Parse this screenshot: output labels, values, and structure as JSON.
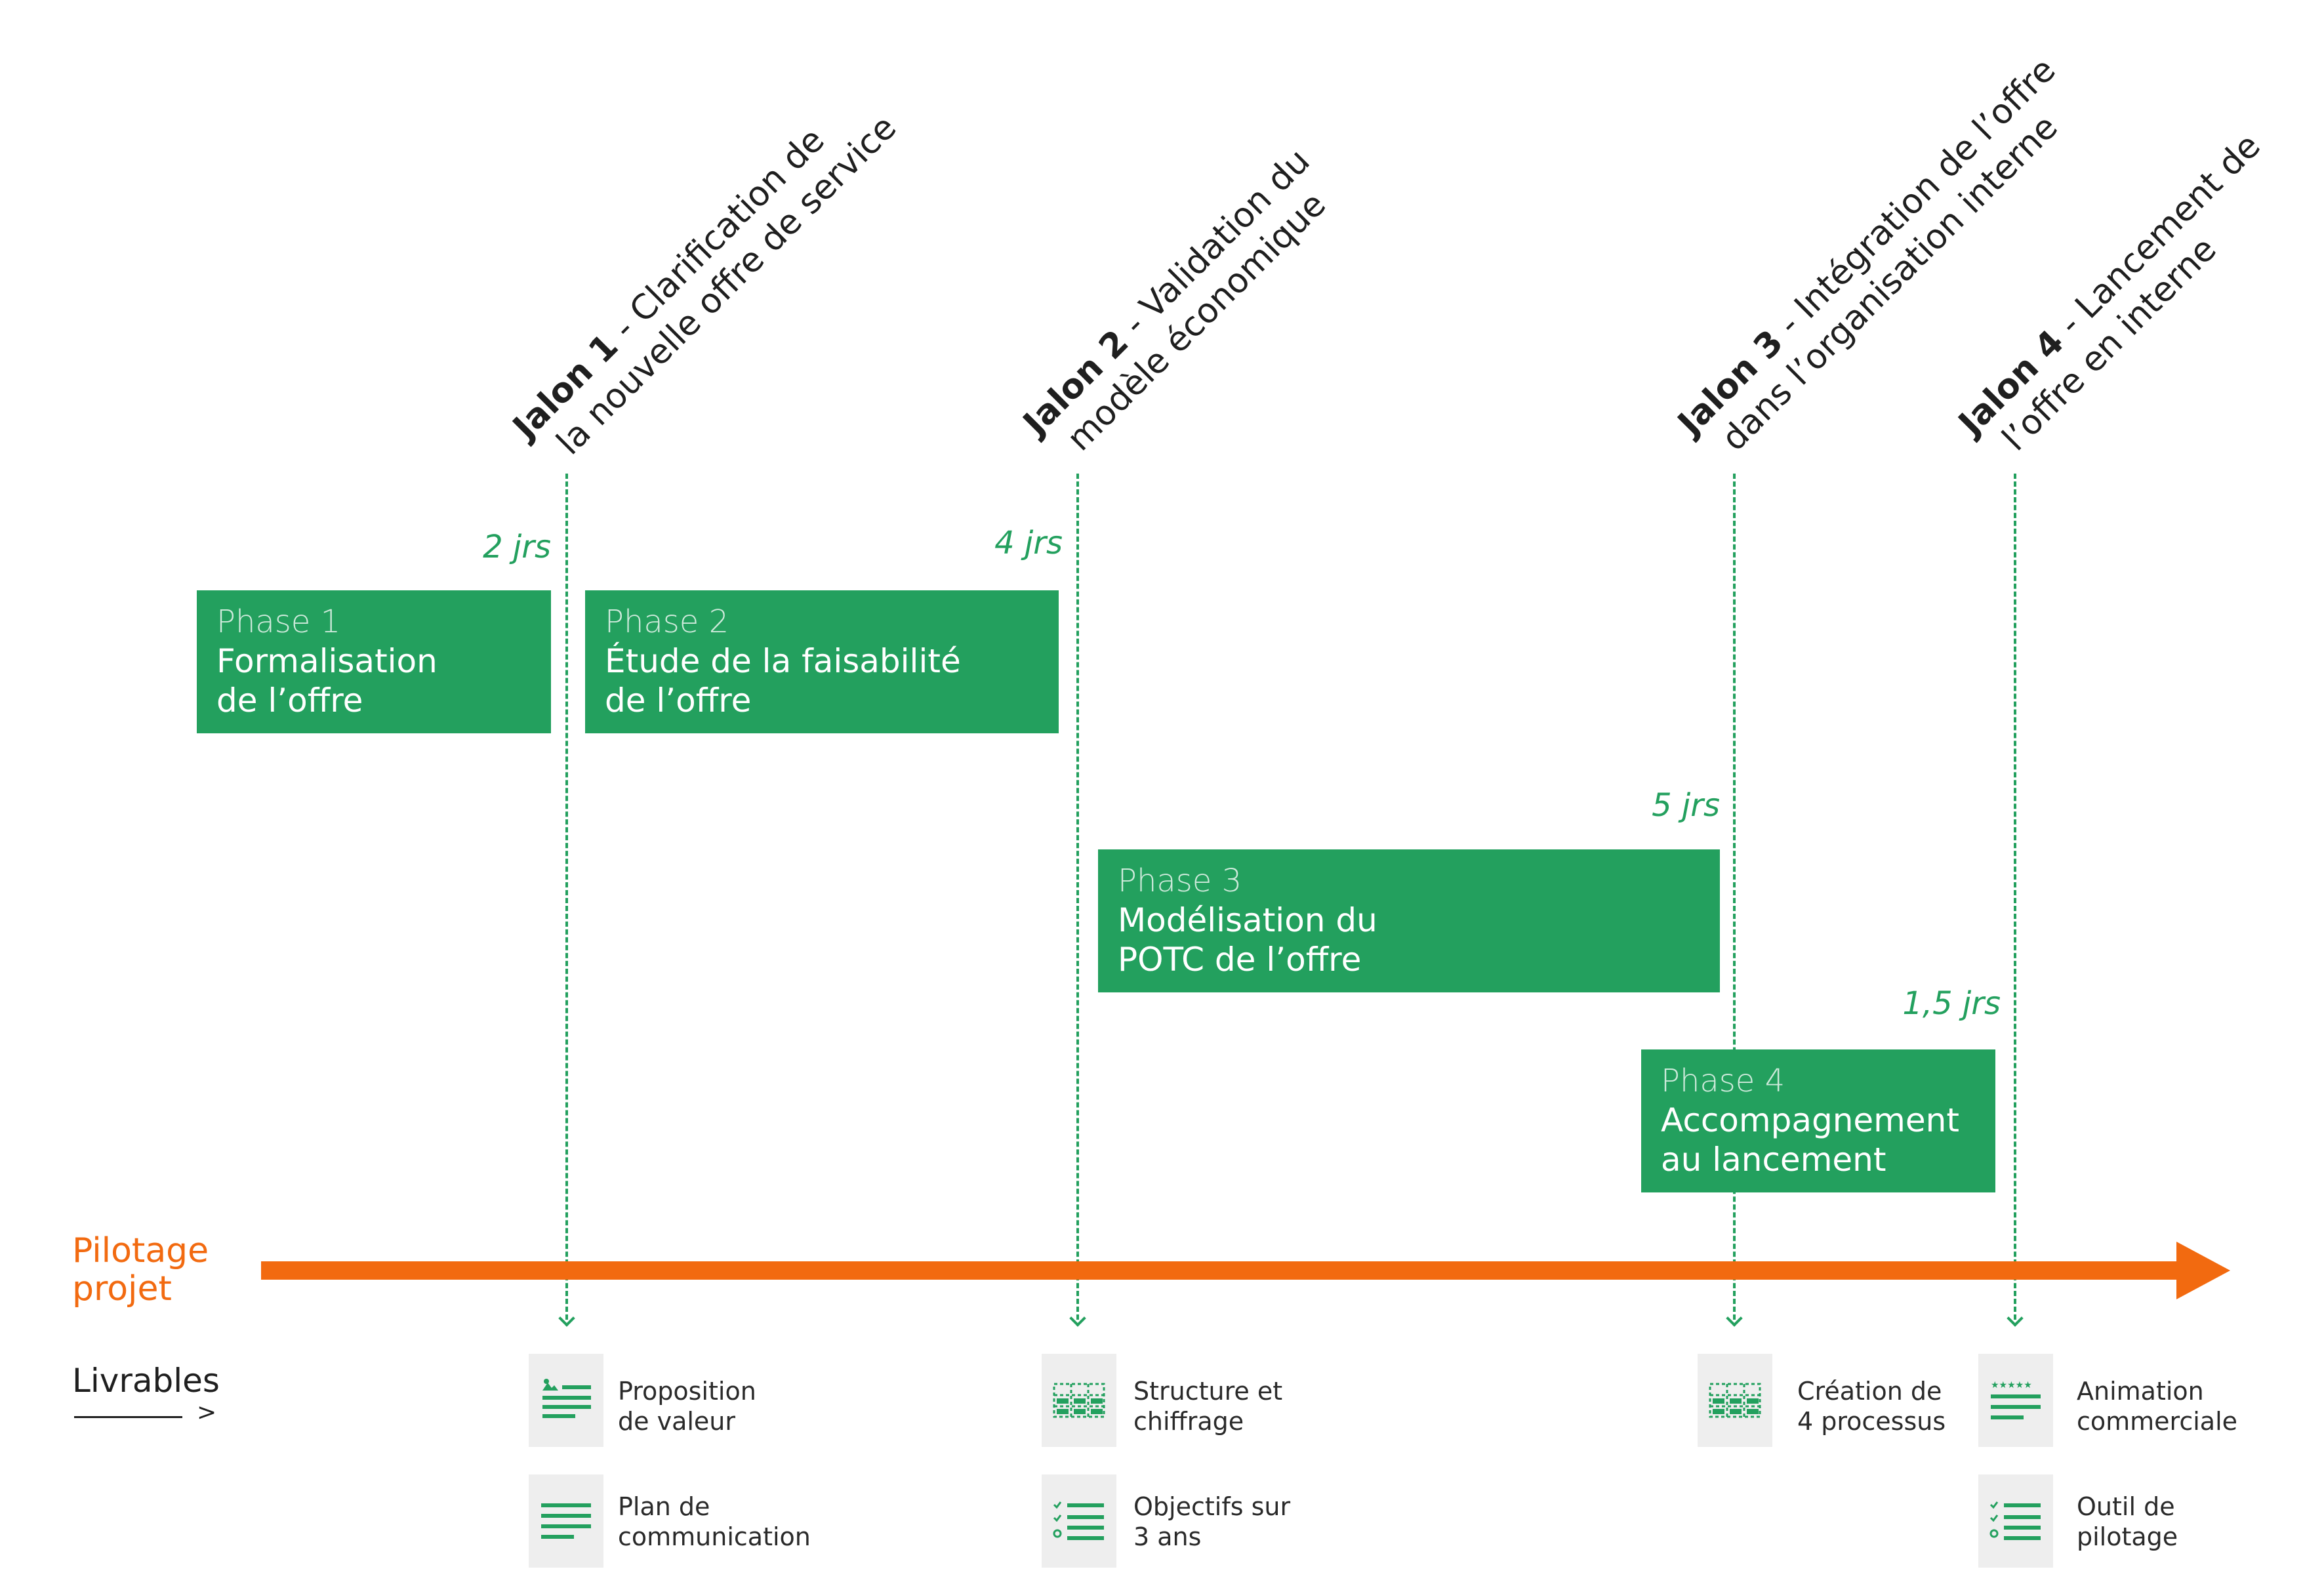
{
  "milestones": [
    {
      "label": "Jalon 1",
      "text": " - Clarification de",
      "text2": "la nouvelle offre de service"
    },
    {
      "label": "Jalon 2",
      "text": " - Validation du",
      "text2": "modèle économique"
    },
    {
      "label": "Jalon 3",
      "text": " - Intégration de l’offre",
      "text2": "dans l’organisation interne"
    },
    {
      "label": "Jalon 4",
      "text": " - Lancement de",
      "text2": "l’offre en interne"
    }
  ],
  "phases": [
    {
      "label": "Phase 1",
      "title": "Formalisation\nde l’offre",
      "duration": "2 jrs"
    },
    {
      "label": "Phase 2",
      "title": "Étude de la faisabilité\nde l’offre",
      "duration": "4 jrs"
    },
    {
      "label": "Phase 3",
      "title": "Modélisation du\nPOTC de l’offre",
      "duration": "5 jrs"
    },
    {
      "label": "Phase 4",
      "title": "Accompagnement\nau lancement",
      "duration": "1,5 jrs"
    }
  ],
  "pilotage": "Pilotage\nprojet",
  "livrables_title": "Livrables",
  "livrables_arrow": ">",
  "deliverables": [
    {
      "label": "Proposition\nde valeur",
      "icon": "image-lines-icon"
    },
    {
      "label": "Plan de\ncommunication",
      "icon": "lines-icon"
    },
    {
      "label": "Structure et\nchiffrage",
      "icon": "grid-icon"
    },
    {
      "label": "Objectifs sur\n3 ans",
      "icon": "checklist-icon"
    },
    {
      "label": "Création de\n4 processus",
      "icon": "grid-icon"
    },
    {
      "label": "Animation\ncommerciale",
      "icon": "stars-lines-icon"
    },
    {
      "label": "Outil de\npilotage",
      "icon": "checklist-icon"
    }
  ],
  "colors": {
    "green": "#23a05e",
    "orange": "#f26a10",
    "icon_bg": "#eeeeee"
  }
}
